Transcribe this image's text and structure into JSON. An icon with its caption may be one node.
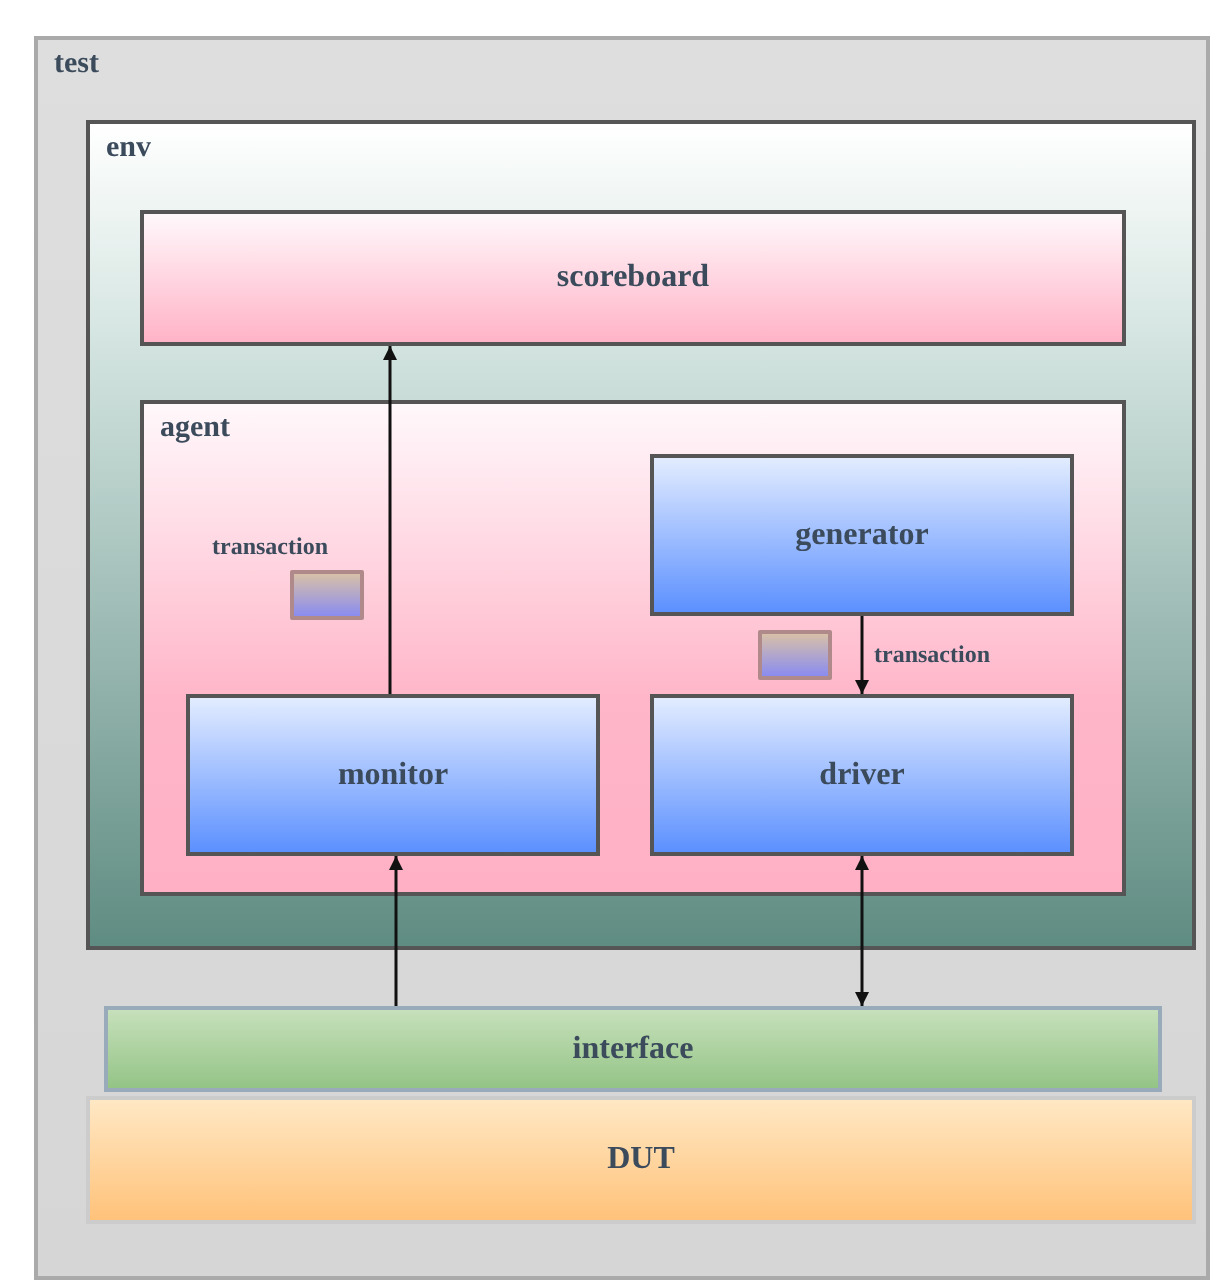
{
  "diagram": {
    "nodes": [
      {
        "text": [
          "test"
        ]
      },
      {
        "text": [
          "env"
        ],
        "in": 0
      },
      {
        "text": [
          "scoreboard"
        ],
        "in": 1
      },
      {
        "text": [
          "agent"
        ],
        "in": 1
      },
      {
        "text": [
          "generator"
        ],
        "in": 3
      },
      {
        "text": [],
        "shape": "box",
        "beside": [
          "transaction"
        ],
        "in": 3
      },
      {
        "text": [],
        "shape": "box",
        "beside": [
          "transaction"
        ],
        "in": 3
      },
      {
        "text": [
          "monitor"
        ],
        "in": 3
      },
      {
        "text": [
          "driver"
        ],
        "in": 3
      },
      {
        "text": [
          "interface"
        ],
        "in": 0
      },
      {
        "text": [
          "DUT"
        ],
        "in": 0
      }
    ],
    "edges": [
      {
        "from": 7,
        "to": 2,
        "arrow": "to"
      },
      {
        "from": 4,
        "to": 8,
        "arrow": "to"
      },
      {
        "from": 9,
        "to": 7,
        "arrow": "to"
      },
      {
        "from": 8,
        "to": 9,
        "arrow": "both"
      }
    ]
  }
}
